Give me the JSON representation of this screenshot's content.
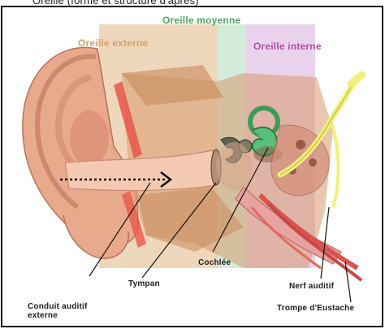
{
  "header_fragment": "Oreille (forme et structure d'après)",
  "regions": {
    "outer": {
      "label": "Oreille externe",
      "color": "#d9a065",
      "tint": "#e8c7a3"
    },
    "middle": {
      "label": "Oreille moyenne",
      "color": "#4ea65a",
      "tint": "#c7e6cf"
    },
    "inner": {
      "label": "Oreille interne",
      "color": "#b24fa0",
      "tint": "#e3c6e6"
    }
  },
  "parts": {
    "ear_canal": "Conduit auditif externe",
    "eardrum": "Tympan",
    "cochlea": "Cochlée",
    "auditory_nerve": "Nerf auditif",
    "eustachian_tube": "Trompe d'Eustache"
  },
  "colors": {
    "skin": "#e6a98a",
    "skin_dark": "#c97d63",
    "bone": "#cf9a66",
    "nerve": "#f2f07a",
    "cochlea": "#56c07a",
    "ossicle": "#6b6b55"
  }
}
